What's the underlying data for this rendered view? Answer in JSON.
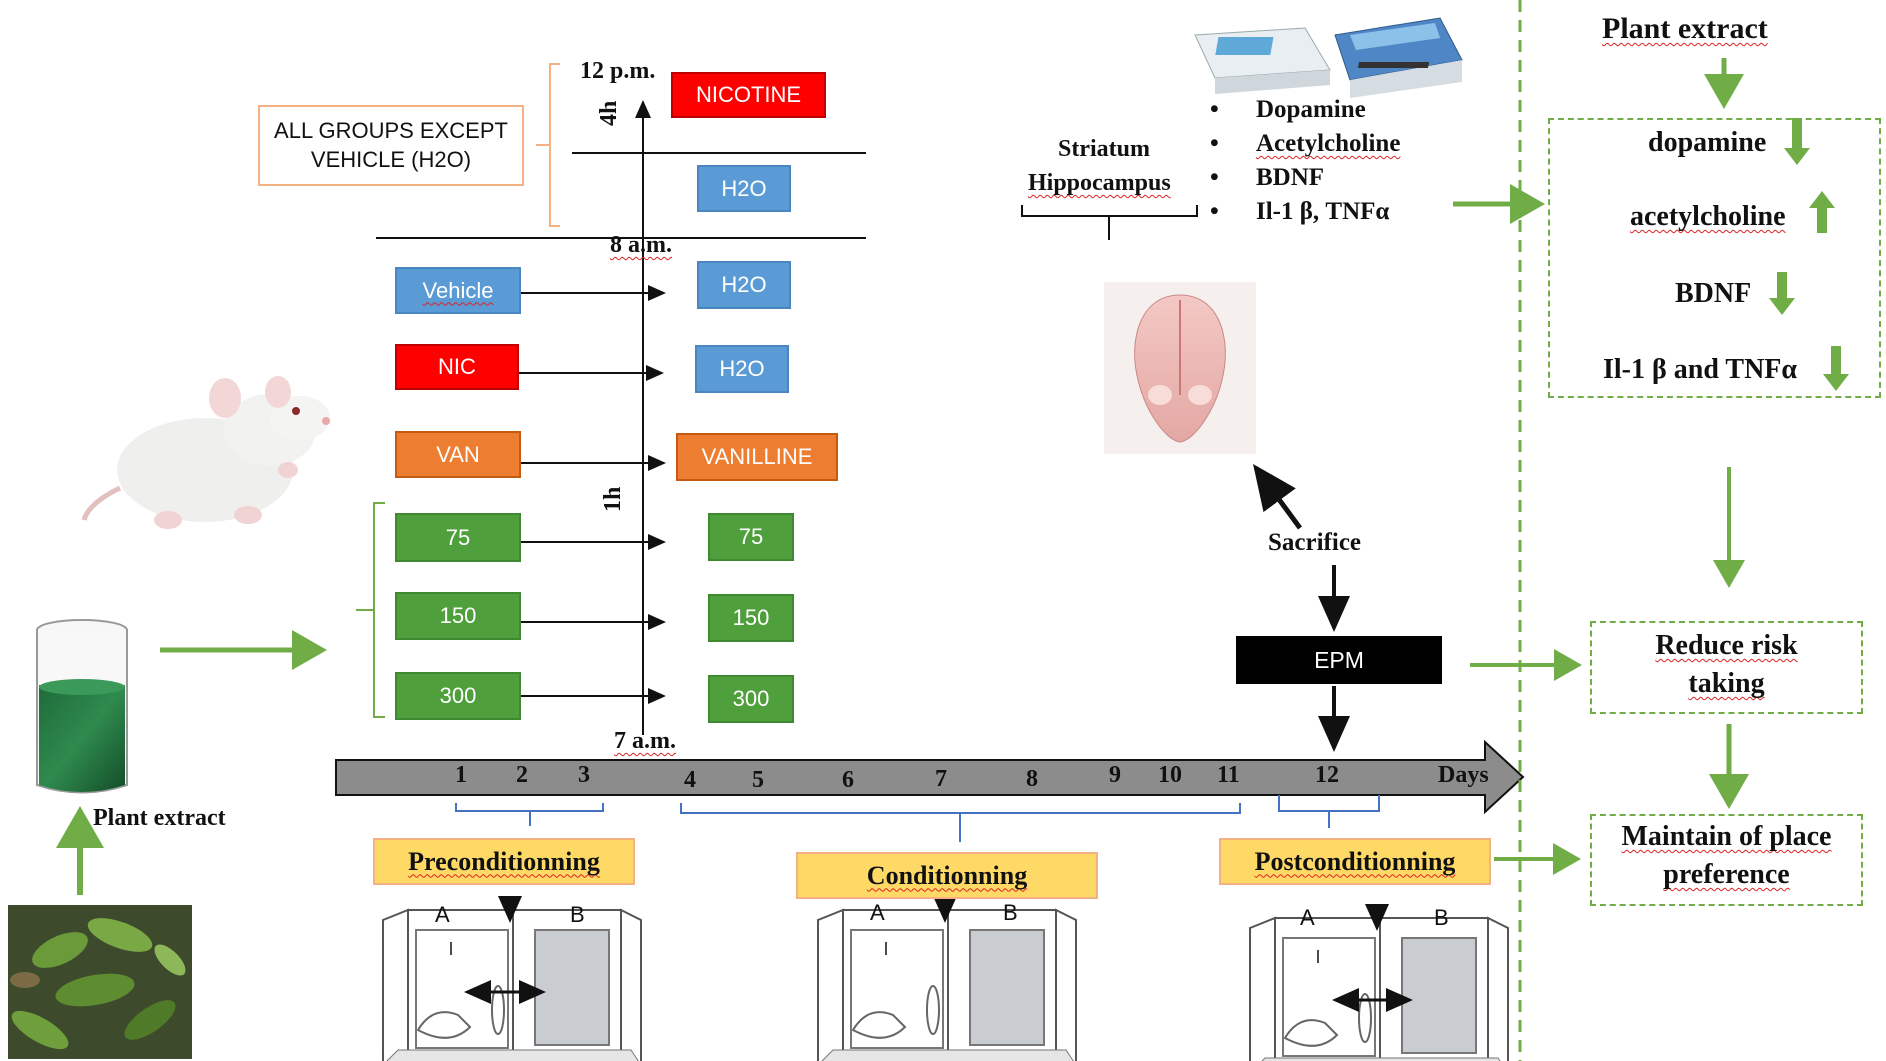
{
  "schedule": {
    "all_groups_note": [
      "ALL GROUPS EXCEPT",
      "VEHICLE (H2O)"
    ],
    "time_12pm": "12 p.m.",
    "time_8am": "8 a.m.",
    "time_7am": "7 a.m.",
    "interval_4h": "4h",
    "interval_1h": "1h",
    "nicotine_label": "NICOTINE",
    "h2o_top_label": "H2O",
    "groups": [
      {
        "left": "Vehicle",
        "right": "H2O",
        "color": "#5b9bd5"
      },
      {
        "left": "NIC",
        "right": "H2O",
        "color": "#ff0000"
      },
      {
        "left": "VAN",
        "right": "VANILLINE",
        "color": "#ed7d31"
      },
      {
        "left": "75",
        "right": "75",
        "color": "#4fa03c"
      },
      {
        "left": "150",
        "right": "150",
        "color": "#4fa03c"
      },
      {
        "left": "300",
        "right": "300",
        "color": "#4fa03c"
      }
    ]
  },
  "plant_extract_label": "Plant extract",
  "timeline": {
    "days": [
      "1",
      "2",
      "3",
      "4",
      "5",
      "6",
      "7",
      "8",
      "9",
      "10",
      "11",
      "12"
    ],
    "axis_label": "Days",
    "phases": [
      "Preconditionning",
      "Conditionning",
      "Postconditionning"
    ],
    "cage_labels": [
      "A",
      "B"
    ]
  },
  "analysis": {
    "regions": [
      "Striatum",
      "Hippocampus"
    ],
    "markers": [
      "Dopamine",
      "Acetylcholine",
      "BDNF",
      "Il-1 β, TNFα"
    ],
    "sacrifice_label": "Sacrifice",
    "epm_label": "EPM"
  },
  "outcomes": {
    "title": "Plant extract",
    "effects": [
      "dopamine",
      "acetylcholine",
      "BDNF",
      "Il-1 β and TNFα"
    ],
    "effect_directions": [
      "down",
      "up",
      "down",
      "down"
    ],
    "reduce_risk": [
      "Reduce risk",
      "taking"
    ],
    "maintain_pref": [
      "Maintain of place",
      "preference"
    ]
  },
  "colors": {
    "arrow_green": "#70ad47",
    "timeline_gray": "#8c8c8c",
    "phase_fill": "#ffd966",
    "bracket_blue": "#4472c4"
  }
}
